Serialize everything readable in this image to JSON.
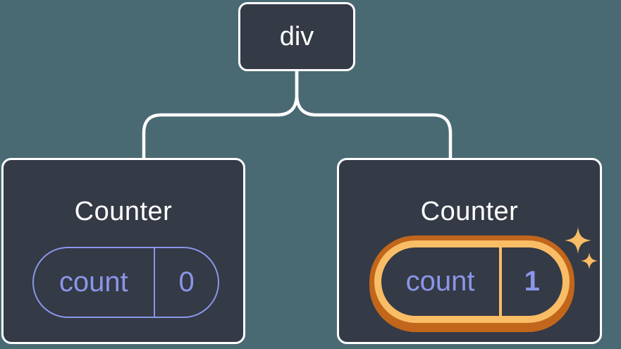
{
  "diagram": {
    "root": {
      "label": "div"
    },
    "children": [
      {
        "title": "Counter",
        "state": {
          "name": "count",
          "value": "0"
        },
        "highlighted": false
      },
      {
        "title": "Counter",
        "state": {
          "name": "count",
          "value": "1"
        },
        "highlighted": true
      }
    ],
    "icons": {
      "sparkle": "four-point-sparkle"
    }
  },
  "colors": {
    "background": "#4A6A73",
    "node_fill": "#343A46",
    "node_stroke": "#FFFFFF",
    "text_primary": "#FFFFFF",
    "state_accent": "#8A96E8",
    "highlight_light": "#F9BD66",
    "highlight_dark": "#C2661C"
  }
}
